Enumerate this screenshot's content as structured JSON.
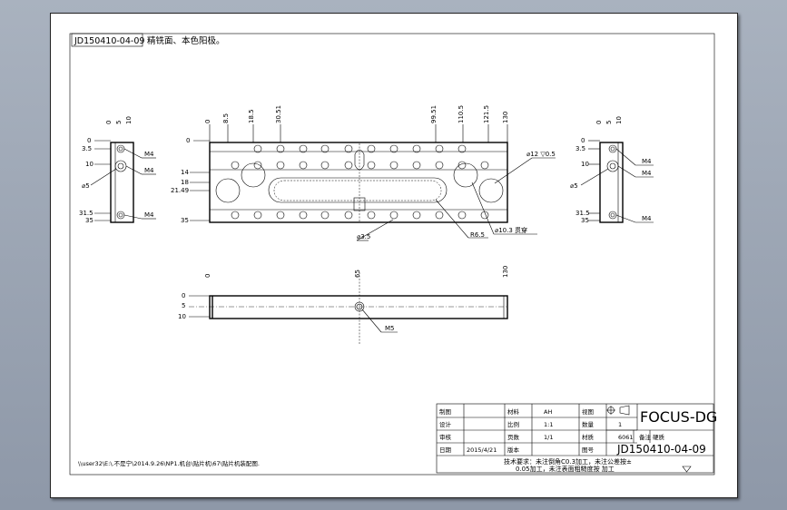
{
  "title_note": {
    "part_number": "JD150410-04-09",
    "description": "精铣面、本色阳极。"
  },
  "views": {
    "top": {
      "horizontal_dims": [
        "0",
        "8.5",
        "18.5",
        "30.51",
        "99.51",
        "110.5",
        "121.5",
        "130"
      ],
      "vertical_dims": [
        "0",
        "14",
        "18",
        "21.49",
        "35"
      ],
      "callouts": [
        "⌀3.5",
        "R6.5",
        "⌀10.3 贯穿",
        "⌀12 ▽0.5"
      ]
    },
    "left": {
      "horizontal_dims": [
        "0",
        "5",
        "10"
      ],
      "vertical_dims": [
        "0",
        "3.5",
        "10",
        "31.5",
        "35"
      ],
      "callouts": [
        "M4",
        "M4",
        "⌀5",
        "M4"
      ]
    },
    "right": {
      "horizontal_dims": [
        "0",
        "5",
        "10"
      ],
      "vertical_dims": [
        "0",
        "3.5",
        "10",
        "31.5",
        "35"
      ],
      "callouts": [
        "M4",
        "M4",
        "⌀5",
        "M4"
      ]
    },
    "front": {
      "horizontal_dims": [
        "0",
        "65",
        "130"
      ],
      "vertical_dims": [
        "0",
        "5",
        "10"
      ],
      "callout": "M5"
    }
  },
  "file_path": "\\\\user32\\E:\\.不是宁\\2014.9.26\\NP1.机台\\贴片机\\67\\贴片机装配图.",
  "title_block": {
    "rows": [
      [
        "制图",
        "",
        "材料",
        "AH",
        "视图"
      ],
      [
        "设计",
        "",
        "比例",
        "1:1",
        "数量",
        "1"
      ],
      [
        "审核",
        "",
        "页数",
        "1/1",
        "材质",
        "6061",
        "备注",
        "硬质"
      ],
      [
        "日期",
        "2015/4/21",
        "版本",
        "",
        "图号"
      ]
    ],
    "company": "FOCUS-DG",
    "drawing_number": "JD150410-04-09",
    "tech_req_line1": "技术要求：未注倒角C0.3加工，未注公差按±",
    "tech_req_line2": "0.05加工，未注表面粗糙度按    加工"
  },
  "colors": {
    "sheet": "#ffffff",
    "background": "#9aa4b3",
    "line": "#000000"
  }
}
